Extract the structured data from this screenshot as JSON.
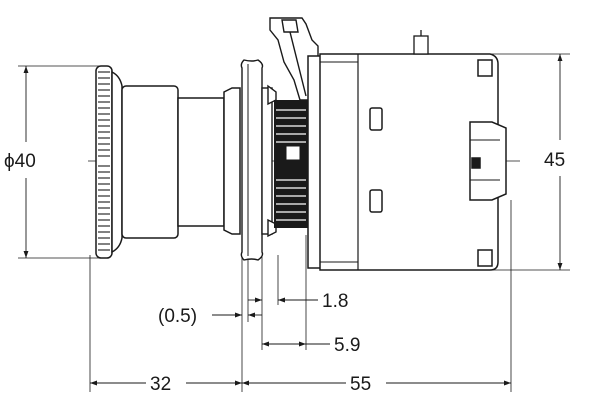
{
  "drawing": {
    "stroke_color": "#1a1a1a",
    "fill_color": "#ffffff",
    "dimensions": {
      "diameter": "ϕ40",
      "height": "45",
      "length_front": "32",
      "length_rear": "55",
      "gap": "(0.5)",
      "flange": "1.8",
      "panel": "5.9"
    }
  }
}
